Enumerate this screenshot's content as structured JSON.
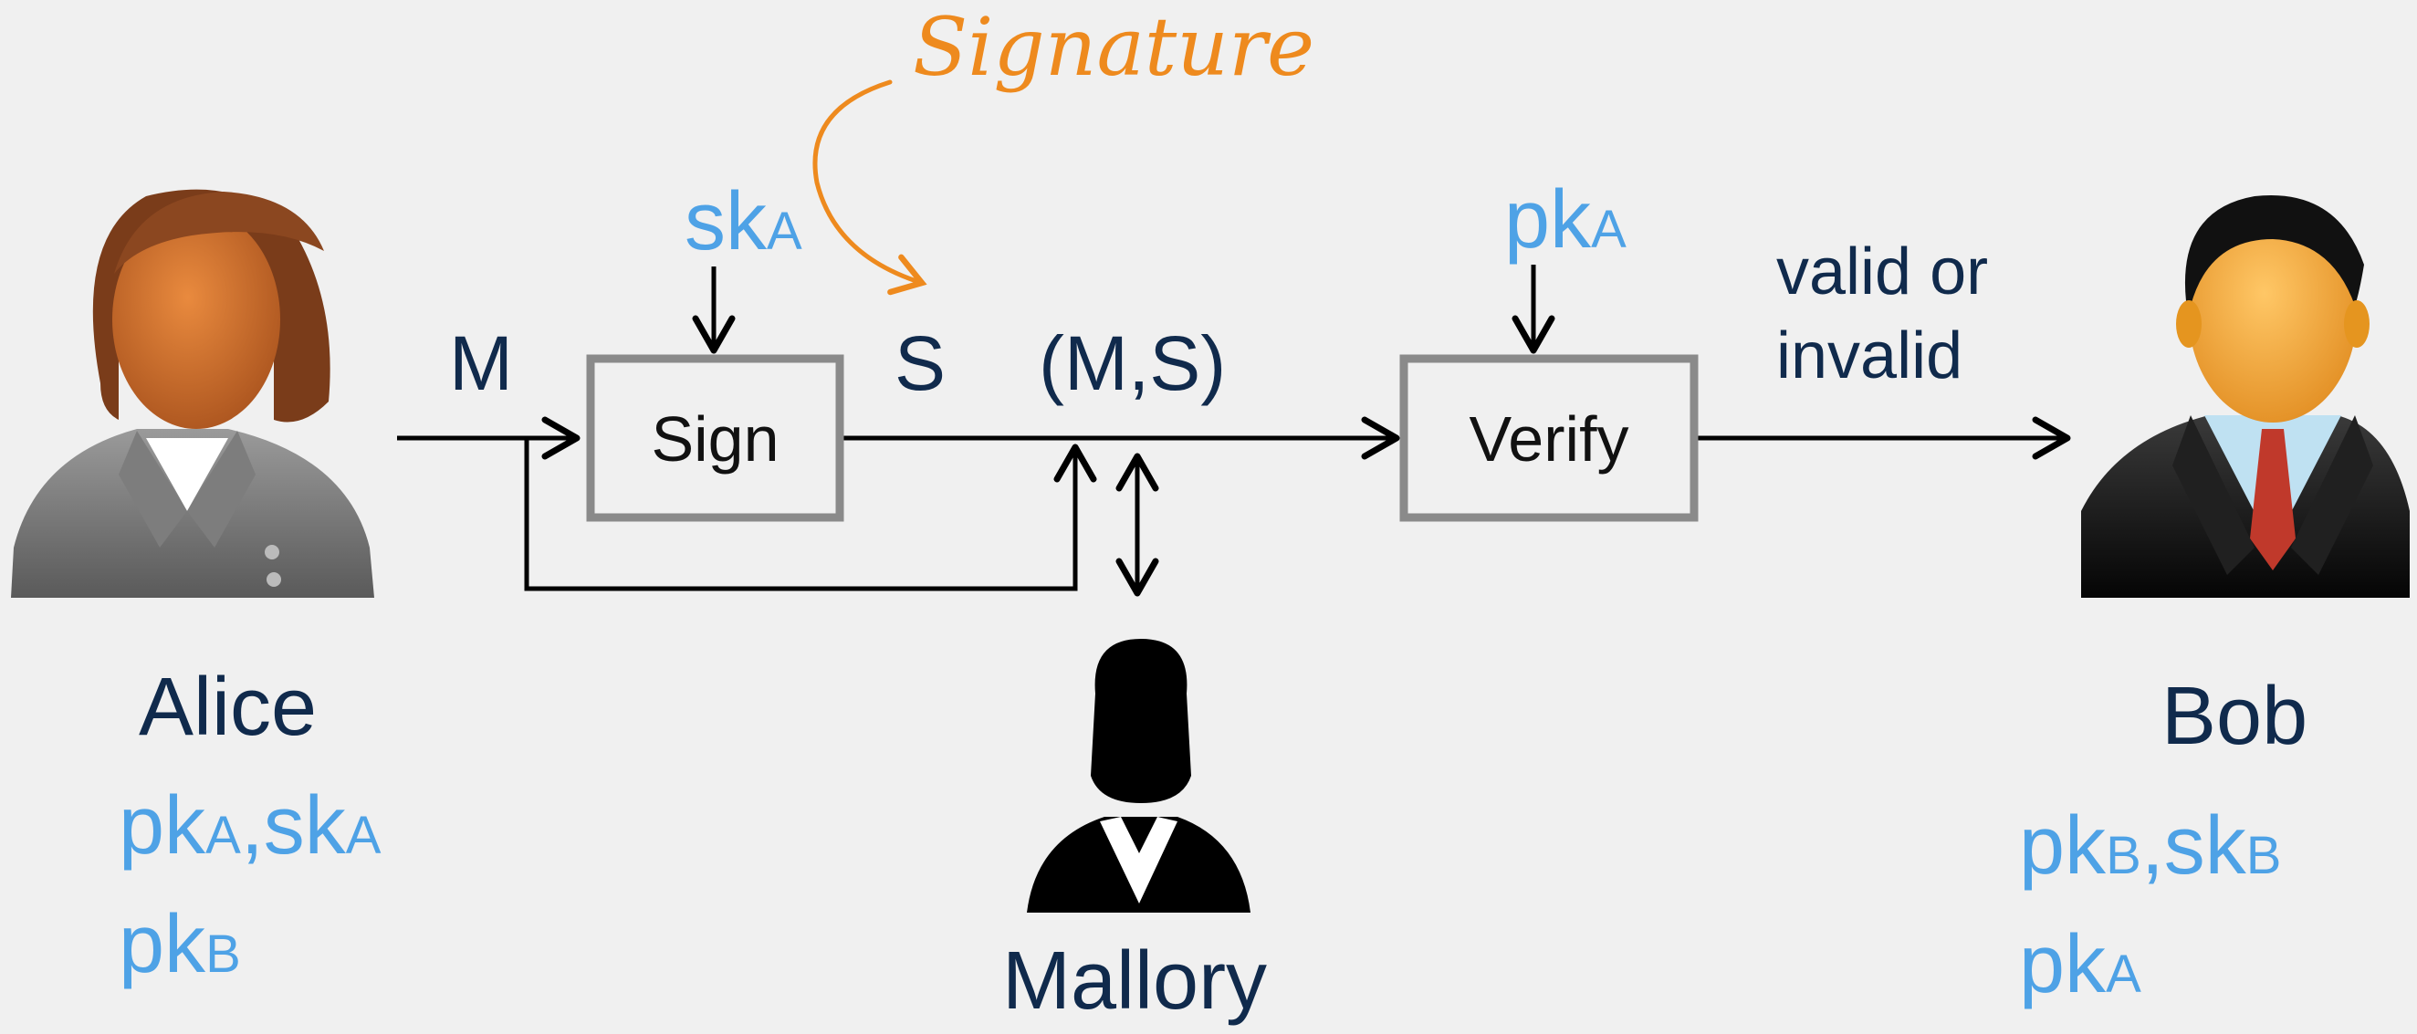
{
  "signature_label": "Signature",
  "alice": {
    "name": "Alice",
    "keys_line1": {
      "pk": "pk",
      "pk_sub": "A",
      "sep": ",",
      "sk": "sk",
      "sk_sub": "A"
    },
    "keys_line2": {
      "pk": "pk",
      "pk_sub": "B"
    }
  },
  "bob": {
    "name": "Bob",
    "keys_line1": {
      "pk": "pk",
      "pk_sub": "B",
      "sep": ",",
      "sk": "sk",
      "sk_sub": "B"
    },
    "keys_line2": {
      "pk": "pk",
      "pk_sub": "A"
    }
  },
  "mallory": {
    "name": "Mallory"
  },
  "flow": {
    "message": "M",
    "signature": "S",
    "pair": "(M,S)",
    "sign_box": "Sign",
    "verify_box": "Verify",
    "sign_key": {
      "base": "sk",
      "sub": "A"
    },
    "verify_key": {
      "base": "pk",
      "sub": "A"
    },
    "result_line1": "valid or",
    "result_line2": "invalid"
  },
  "colors": {
    "navy": "#102a4c",
    "key_blue": "#4ea2e6",
    "signature_orange": "#ee8a1e",
    "box_border": "#8a8a8a",
    "alice_hair": "#7a3c1a",
    "alice_skin": "#d6752e",
    "bob_skin": "#f2a33a",
    "bob_tie": "#c0392b"
  },
  "icons": [
    "alice-avatar-icon",
    "bob-avatar-icon",
    "mallory-avatar-icon"
  ]
}
